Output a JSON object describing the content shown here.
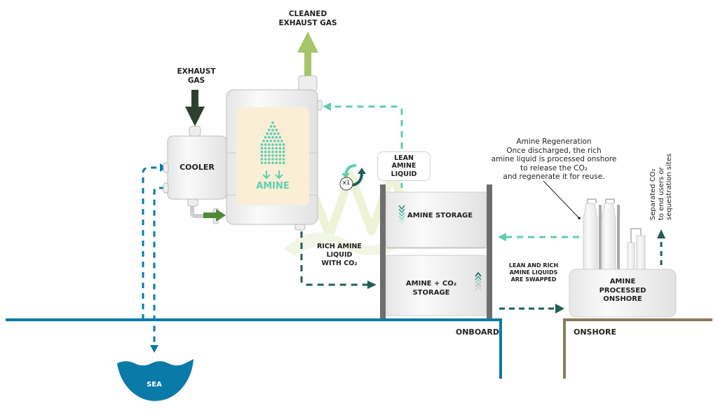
{
  "title": "Onboard carbon capture with amine: process flow",
  "colors": {
    "sea_blue": "#0a7aa8",
    "teal_light": "#5ccfb2",
    "teal_dark": "#1f5f56",
    "green_arrow": "#4f8a3a",
    "exhaust_dark": "#2e3f2e",
    "cleaned_gas": "#a8c46a",
    "amine_panel": "#fbeed6",
    "onshore_ground": "#8a7a5c",
    "storage_post": "#6e6e6e"
  },
  "labels": {
    "cleaned_exhaust_gas": [
      "CLEANED",
      "EXHAUST GAS"
    ],
    "exhaust_gas": [
      "EXHAUST",
      "GAS"
    ],
    "cooler": "COOLER",
    "amine": "AMINE",
    "lean_amine_liquid": [
      "LEAN AMINE",
      "LIQUID"
    ],
    "cycle_badge": "x1",
    "rich_amine_liquid": [
      "RICH AMINE",
      "LIQUID",
      "WITH CO₂"
    ],
    "amine_storage": "AMINE STORAGE",
    "amine_co2_storage": "AMINE + CO₂ STORAGE",
    "swap_note": [
      "LEAN AND RICH",
      "AMINE LIQUIDS",
      "ARE SWAPPED"
    ],
    "amine_processed_onshore": [
      "AMINE",
      "PROCESSED",
      "ONSHORE"
    ],
    "onboard": "ONBOARD",
    "onshore": "ONSHORE",
    "sea": "SEA"
  },
  "regeneration_note": {
    "title": "Amine Regeneration",
    "lines": [
      "Once discharged, the rich",
      "amine liquid is processed onshore",
      "to release the CO₂",
      "and regenerate it for reuse."
    ]
  },
  "separated_co2_note": [
    "Separated CO₂",
    "to end users or",
    "sequestration sites"
  ],
  "watermark": "VM"
}
